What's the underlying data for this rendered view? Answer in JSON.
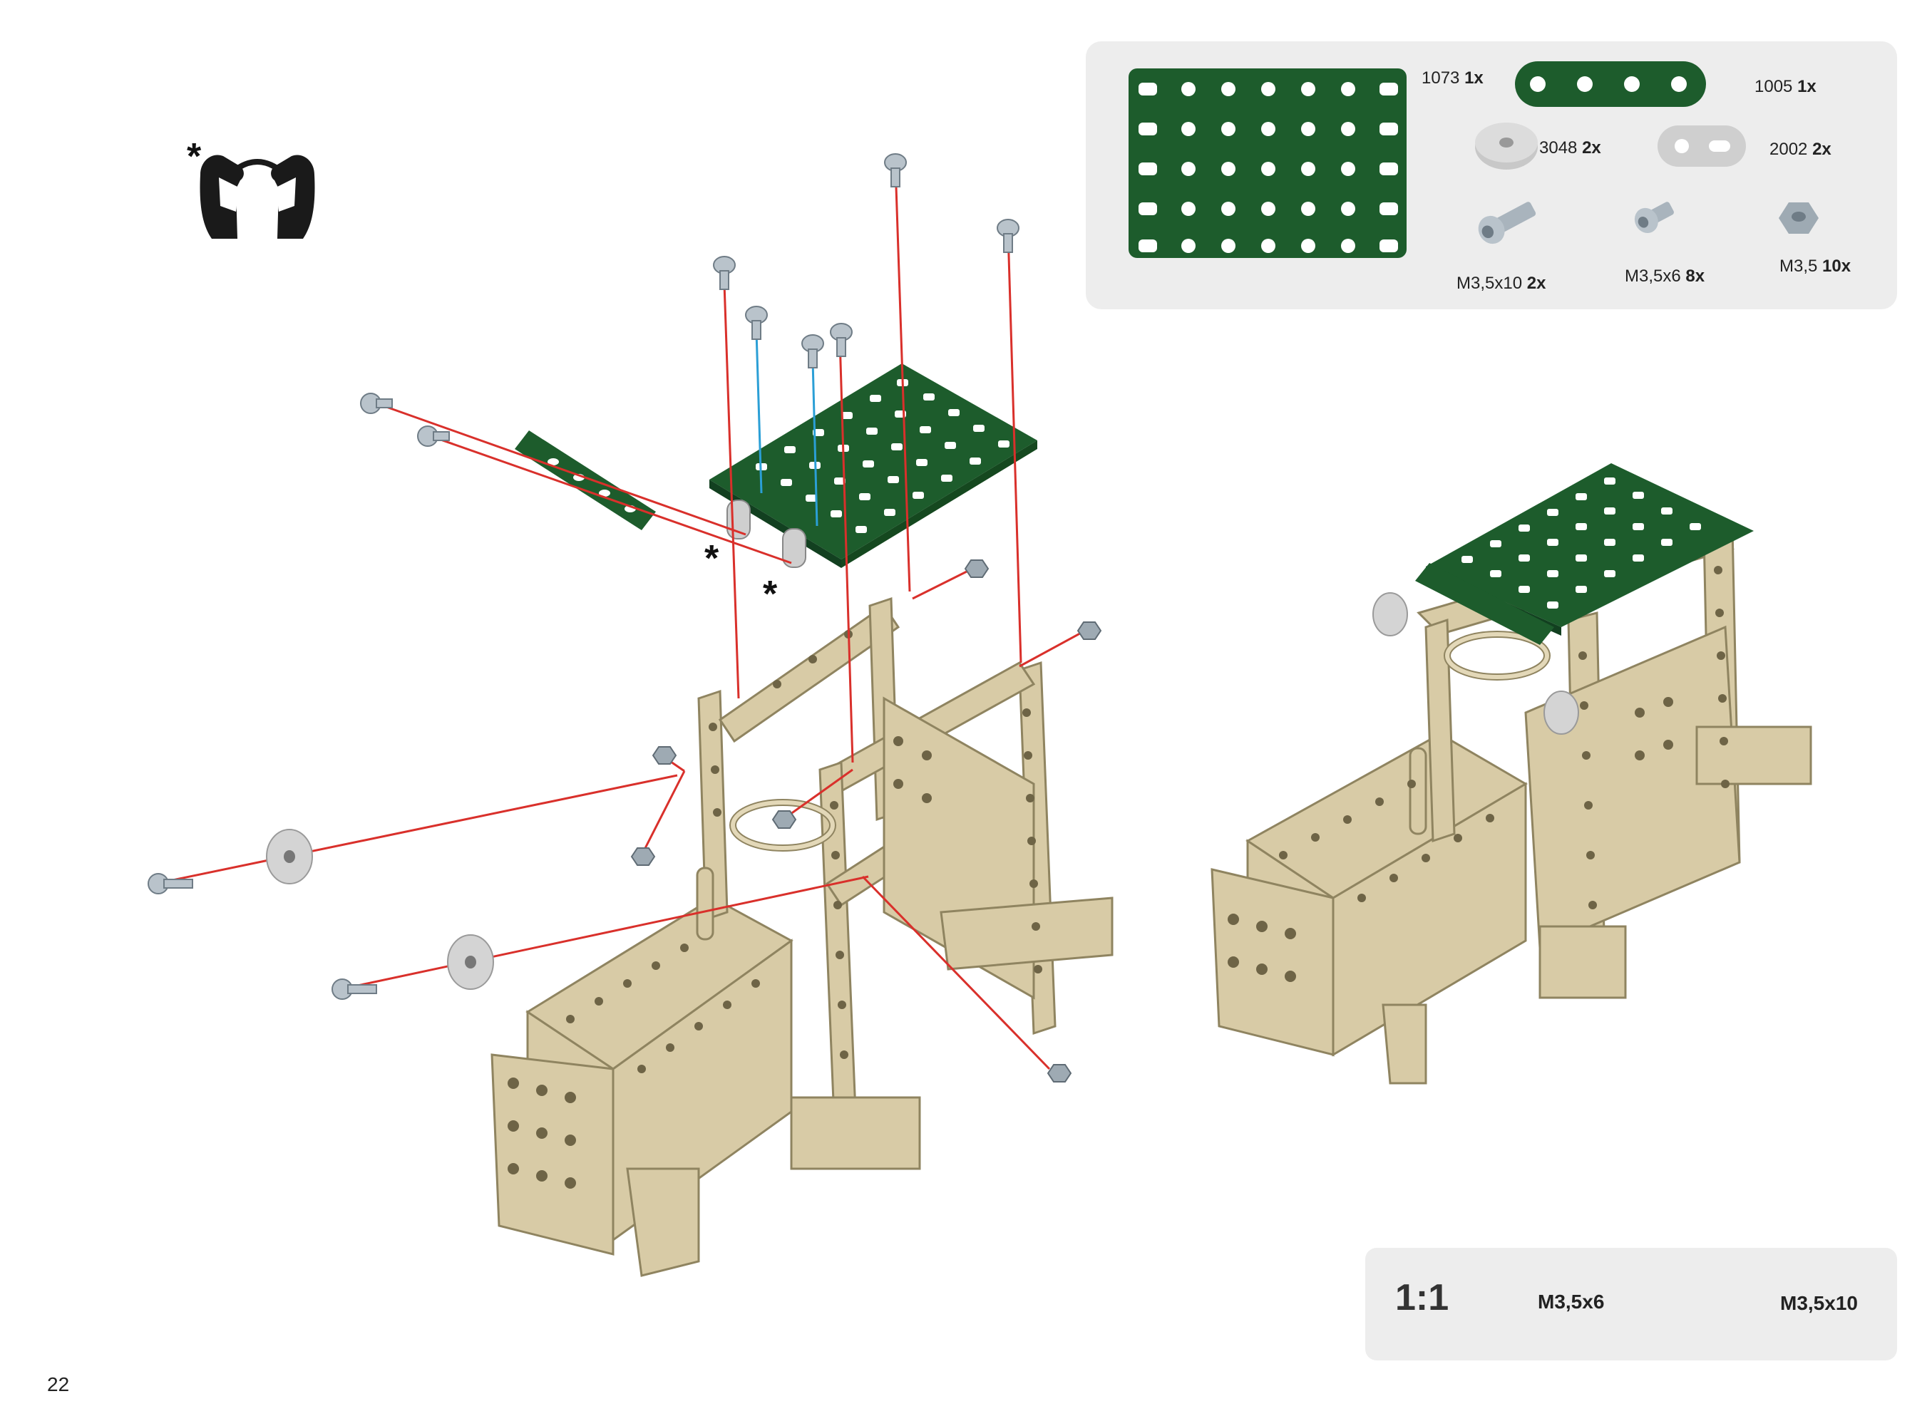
{
  "parts": [
    {
      "id": "1073",
      "qty": "1x",
      "icon": "green-large-plate-icon"
    },
    {
      "id": "1005",
      "qty": "1x",
      "icon": "green-strip-5-hole-icon"
    },
    {
      "id": "3048",
      "qty": "2x",
      "icon": "washer-icon"
    },
    {
      "id": "2002",
      "qty": "2x",
      "icon": "double-bracket-icon"
    },
    {
      "id": "M3,5x10",
      "qty": "2x",
      "icon": "screw-long-icon"
    },
    {
      "id": "M3,5x6",
      "qty": "8x",
      "icon": "screw-short-icon"
    },
    {
      "id": "M3,5",
      "qty": "10x",
      "icon": "hex-nut-icon"
    }
  ],
  "scale": {
    "ratio": "1:1",
    "short_screw": "M3,5x6",
    "long_screw": "M3,5x10"
  },
  "callout_marker": "*",
  "page_number": "22",
  "colors": {
    "green": "#1d5c2c",
    "beige": "#d8cba6",
    "beige_dark": "#8f8460",
    "red_line": "#d9302b",
    "blue_line": "#2b9fd6",
    "grey_part": "#c9c9c9",
    "panel_bg": "#ededed"
  }
}
